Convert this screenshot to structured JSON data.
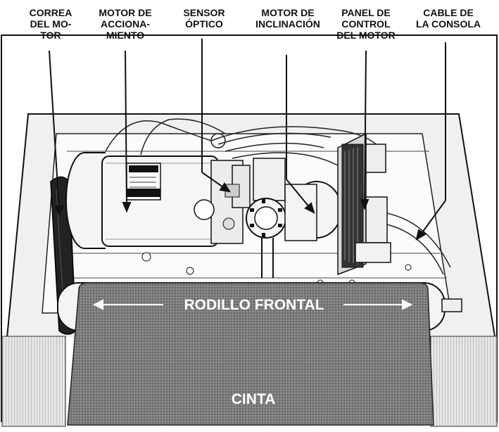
{
  "labels": {
    "belt": [
      "CORREA",
      "DEL MO-",
      "TOR"
    ],
    "drive_motor": [
      "MOTOR DE",
      "ACCIONA-",
      "MIENTO"
    ],
    "sensor": [
      "SENSOR",
      "ÓPTICO"
    ],
    "incline_motor": [
      "MOTOR DE",
      "INCLINACIÓN"
    ],
    "control_board": [
      "PANEL DE",
      "CONTROL",
      "DEL MOTOR"
    ],
    "console_cable": [
      "CABLE DE",
      "LA CONSOLA"
    ]
  },
  "front_roller": "RODILLO FRONTAL",
  "walking_belt": "CINTA",
  "colors": {
    "ink": "#111111",
    "metal": "#f2f2f2",
    "belt_fill": "#7a7a7a",
    "hatch": "#bdbdbd"
  }
}
